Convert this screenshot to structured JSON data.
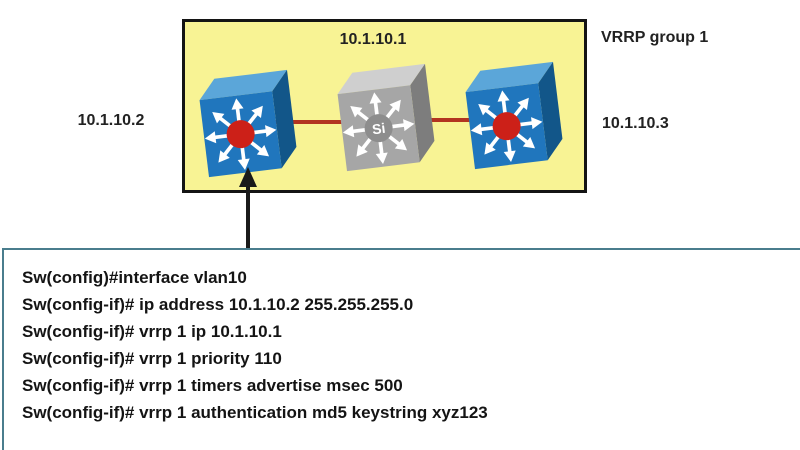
{
  "diagram": {
    "group_label": "VRRP group 1",
    "virtual_ip": "10.1.10.1",
    "left_switch_ip": "10.1.10.2",
    "right_switch_ip": "10.1.10.3",
    "center_switch_label": "Si"
  },
  "icons": {
    "left_switch": "layer3-switch-icon",
    "center_switch": "multilayer-switch-si-icon",
    "right_switch": "layer3-switch-icon",
    "callout": "up-arrow"
  },
  "config": {
    "lines": [
      "Sw(config)#interface vlan10",
      "Sw(config-if)# ip address 10.1.10.2 255.255.255.0",
      "Sw(config-if)# vrrp 1 ip 10.1.10.1",
      "Sw(config-if)# vrrp 1 priority 110",
      "Sw(config-if)# vrrp 1 timers advertise msec 500",
      "Sw(config-if)# vrrp 1 authentication md5 keystring xyz123"
    ]
  },
  "colors": {
    "subnet_fill": "#f8f394",
    "subnet_border": "#141414",
    "link_red": "#b23420",
    "switch_blue_front": "#2076bd",
    "switch_blue_top": "#5ba6d9",
    "switch_blue_side": "#125689",
    "switch_gray_front": "#a6a6a6",
    "switch_gray_top": "#cfcfcf",
    "switch_gray_side": "#7d7d7d",
    "hub_red": "#cc2018",
    "hub_gray": "#8d8d8d",
    "config_border": "#4a7d8d"
  }
}
